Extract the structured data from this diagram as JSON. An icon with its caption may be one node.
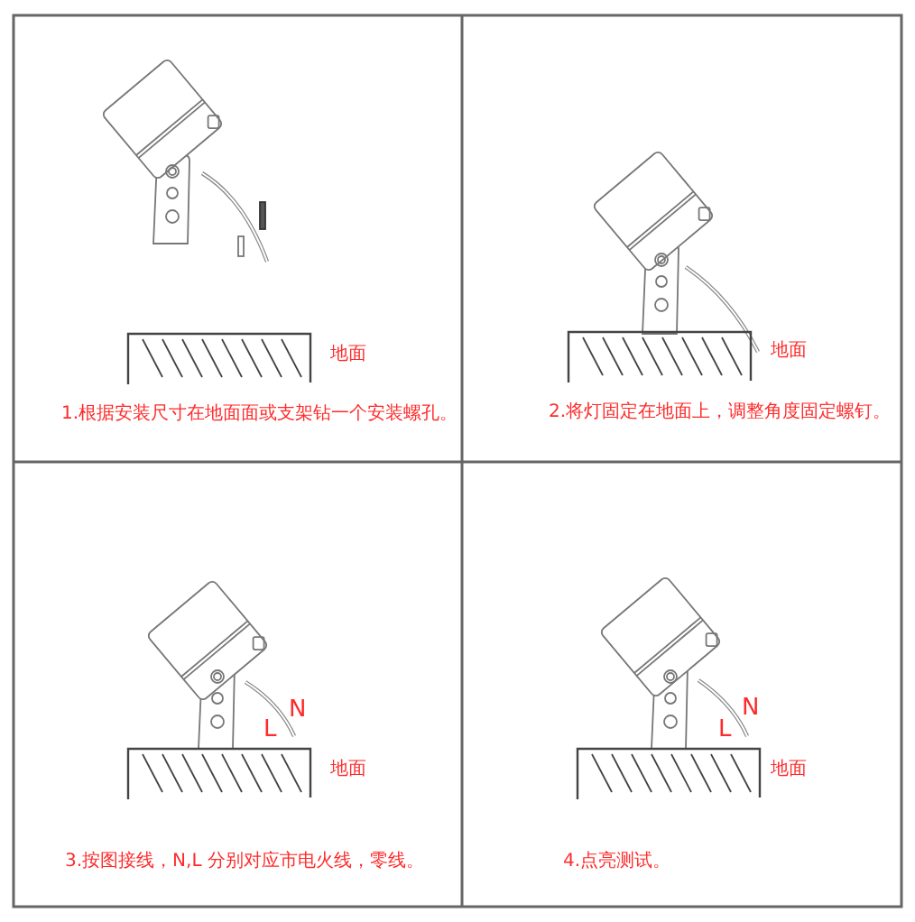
{
  "diagram": {
    "labels": [
      "地面",
      "1.根据安装尺寸在地面面或支架钻一个安装螺孔。",
      "地面",
      "2.将灯固定在地面上，调整角度固定螺钉。",
      "N",
      "L",
      "地面",
      "3.按图接线，N,L 分别对应市电火线，零线。",
      "N",
      "L",
      "地面",
      "4.点亮测试。"
    ]
  }
}
